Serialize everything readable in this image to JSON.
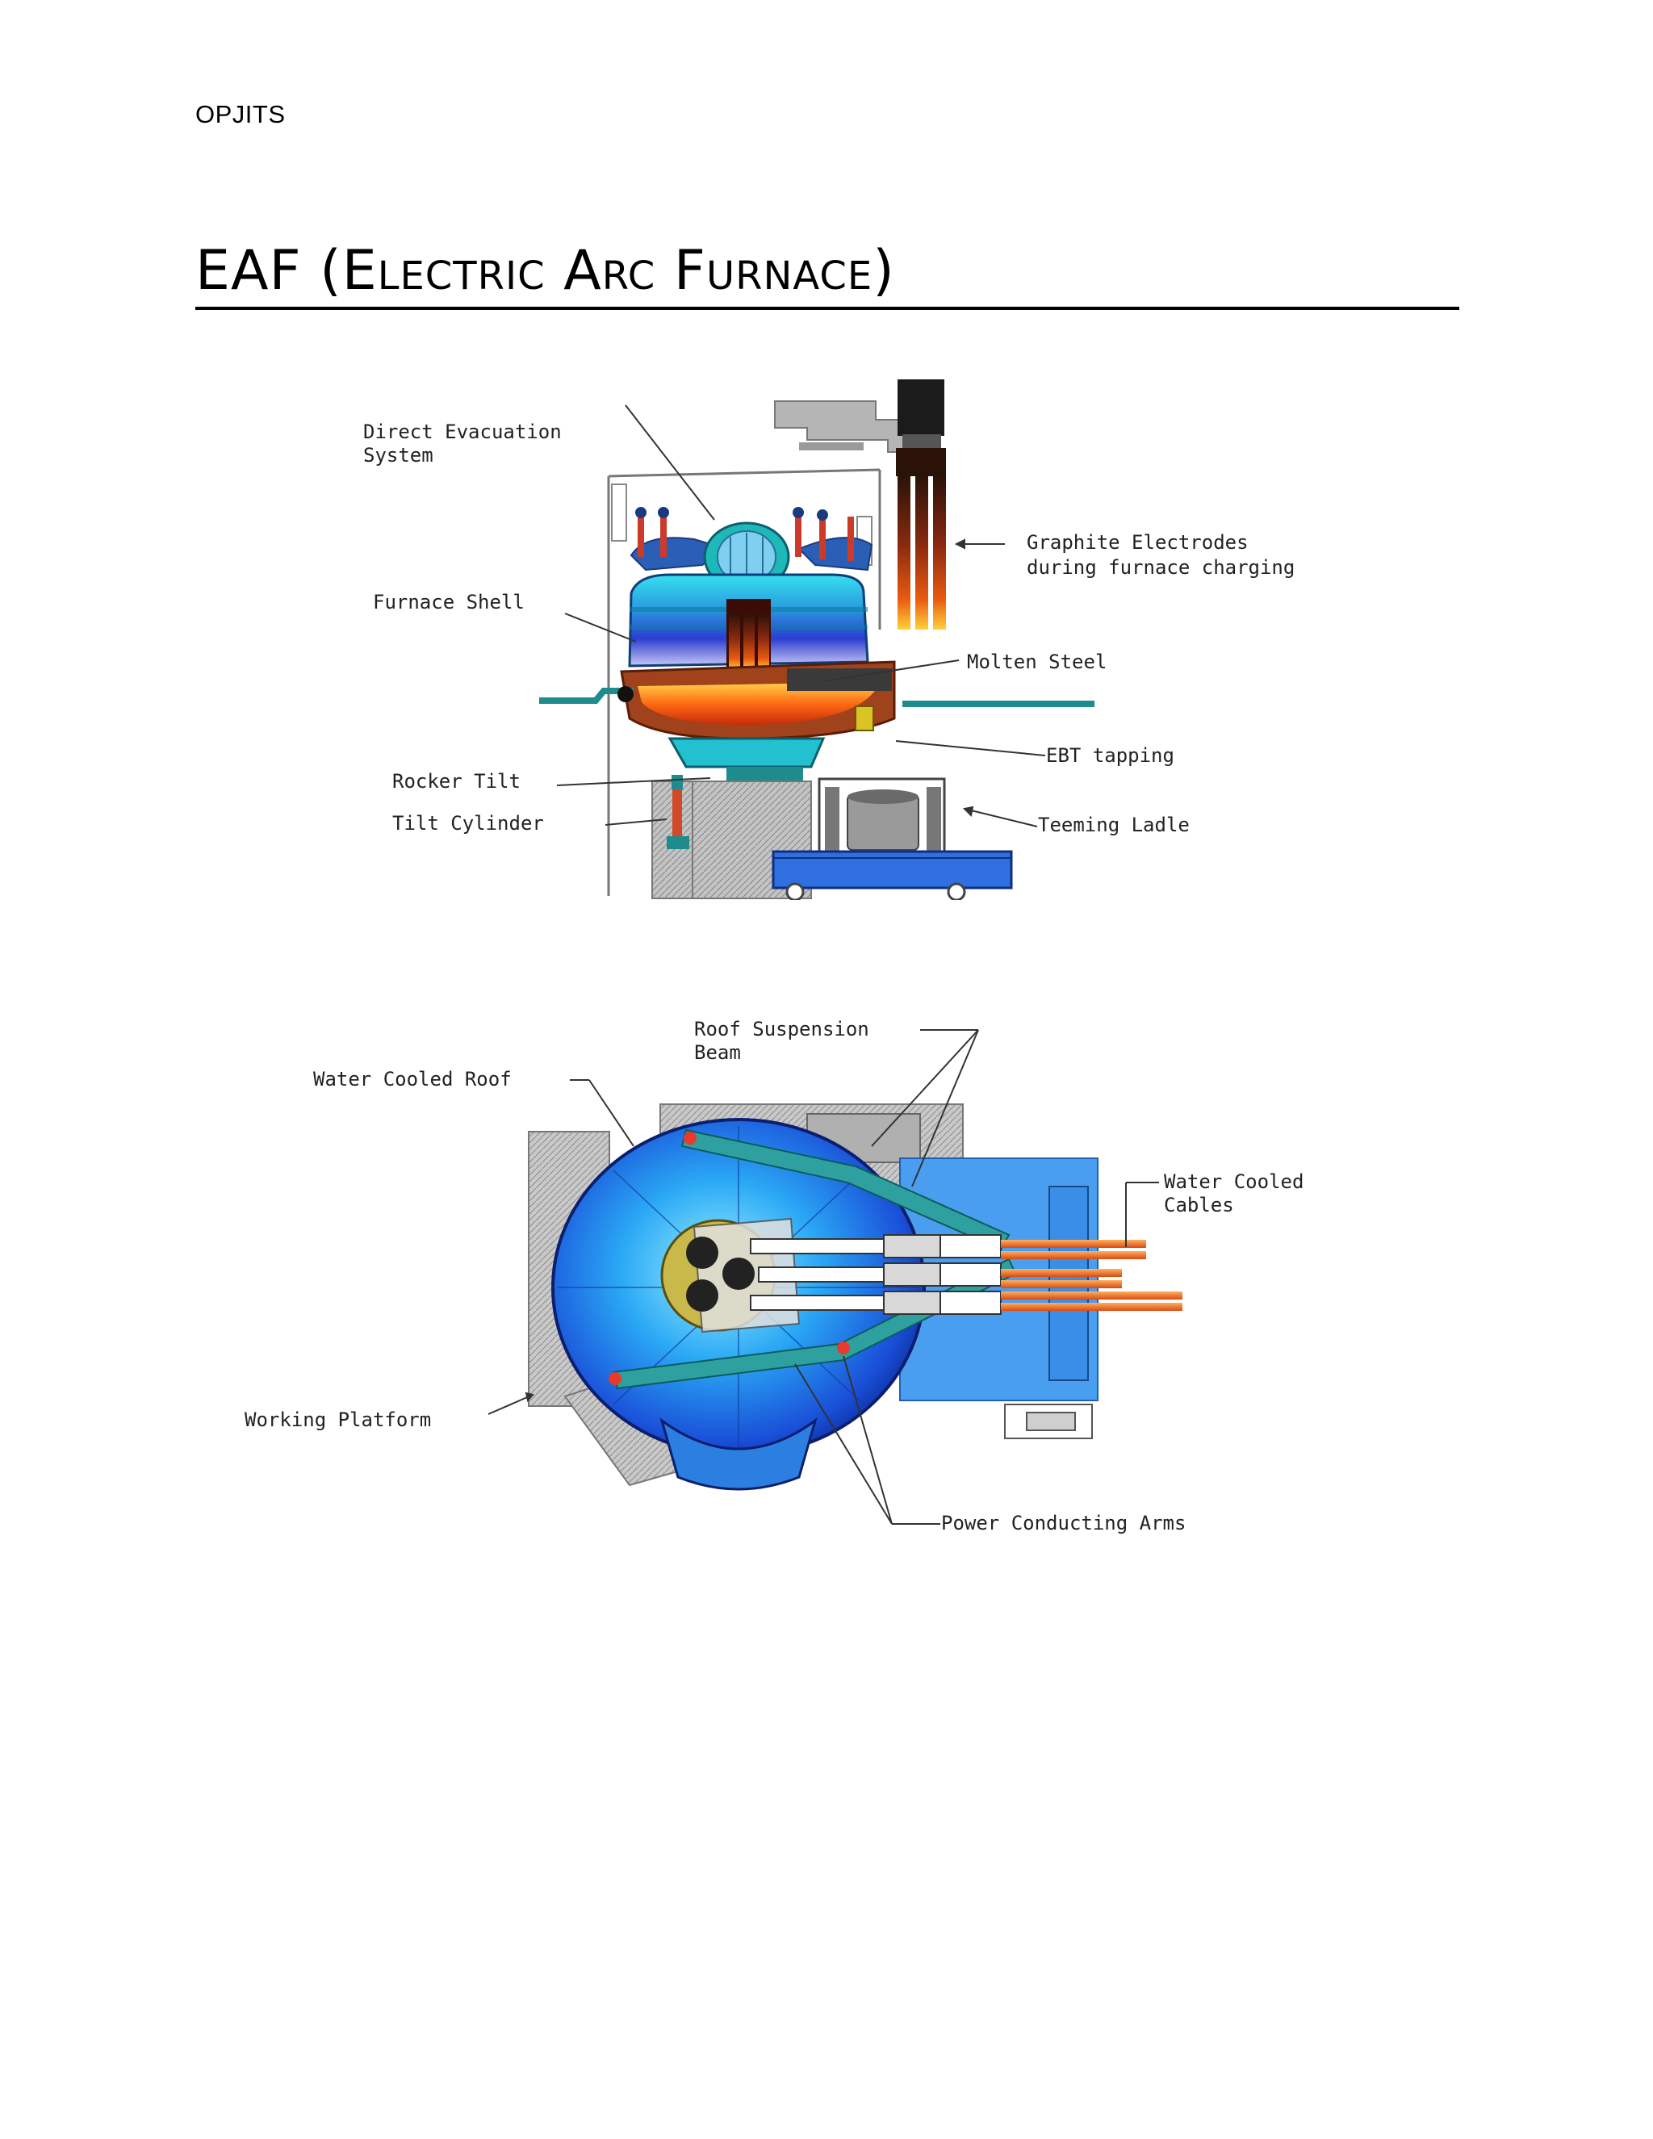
{
  "header": {
    "text": "OPJITS"
  },
  "title": "EAF (Electric Arc Furnace)",
  "diagram_side": {
    "labels": {
      "direct_evacuation_1": "Direct Evacuation",
      "direct_evacuation_2": "System",
      "graphite_1": "Graphite Electrodes",
      "graphite_2": "during furnace charging",
      "furnace_shell": "Furnace Shell",
      "molten_steel": "Molten Steel",
      "ebt_tapping": "EBT tapping",
      "rocker_tilt": "Rocker Tilt",
      "tilt_cylinder": "Tilt Cylinder",
      "teeming_ladle": "Teeming Ladle"
    }
  },
  "diagram_top": {
    "labels": {
      "roof_suspension_1": "Roof Suspension",
      "roof_suspension_2": "Beam",
      "water_cooled_roof": "Water Cooled Roof",
      "water_cooled_cables_1": "Water Cooled",
      "water_cooled_cables_2": "Cables",
      "working_platform": "Working Platform",
      "power_conducting_arms": "Power Conducting Arms"
    }
  },
  "colors": {
    "shell_cyan": "#25c7d9",
    "shell_blue": "#2747c9",
    "molten": "#f24a12",
    "refractory": "#a0421c",
    "roof_blue": "#1f6cf0",
    "cable_orange": "#e8641c",
    "platform_blue": "#3a8ee6"
  }
}
